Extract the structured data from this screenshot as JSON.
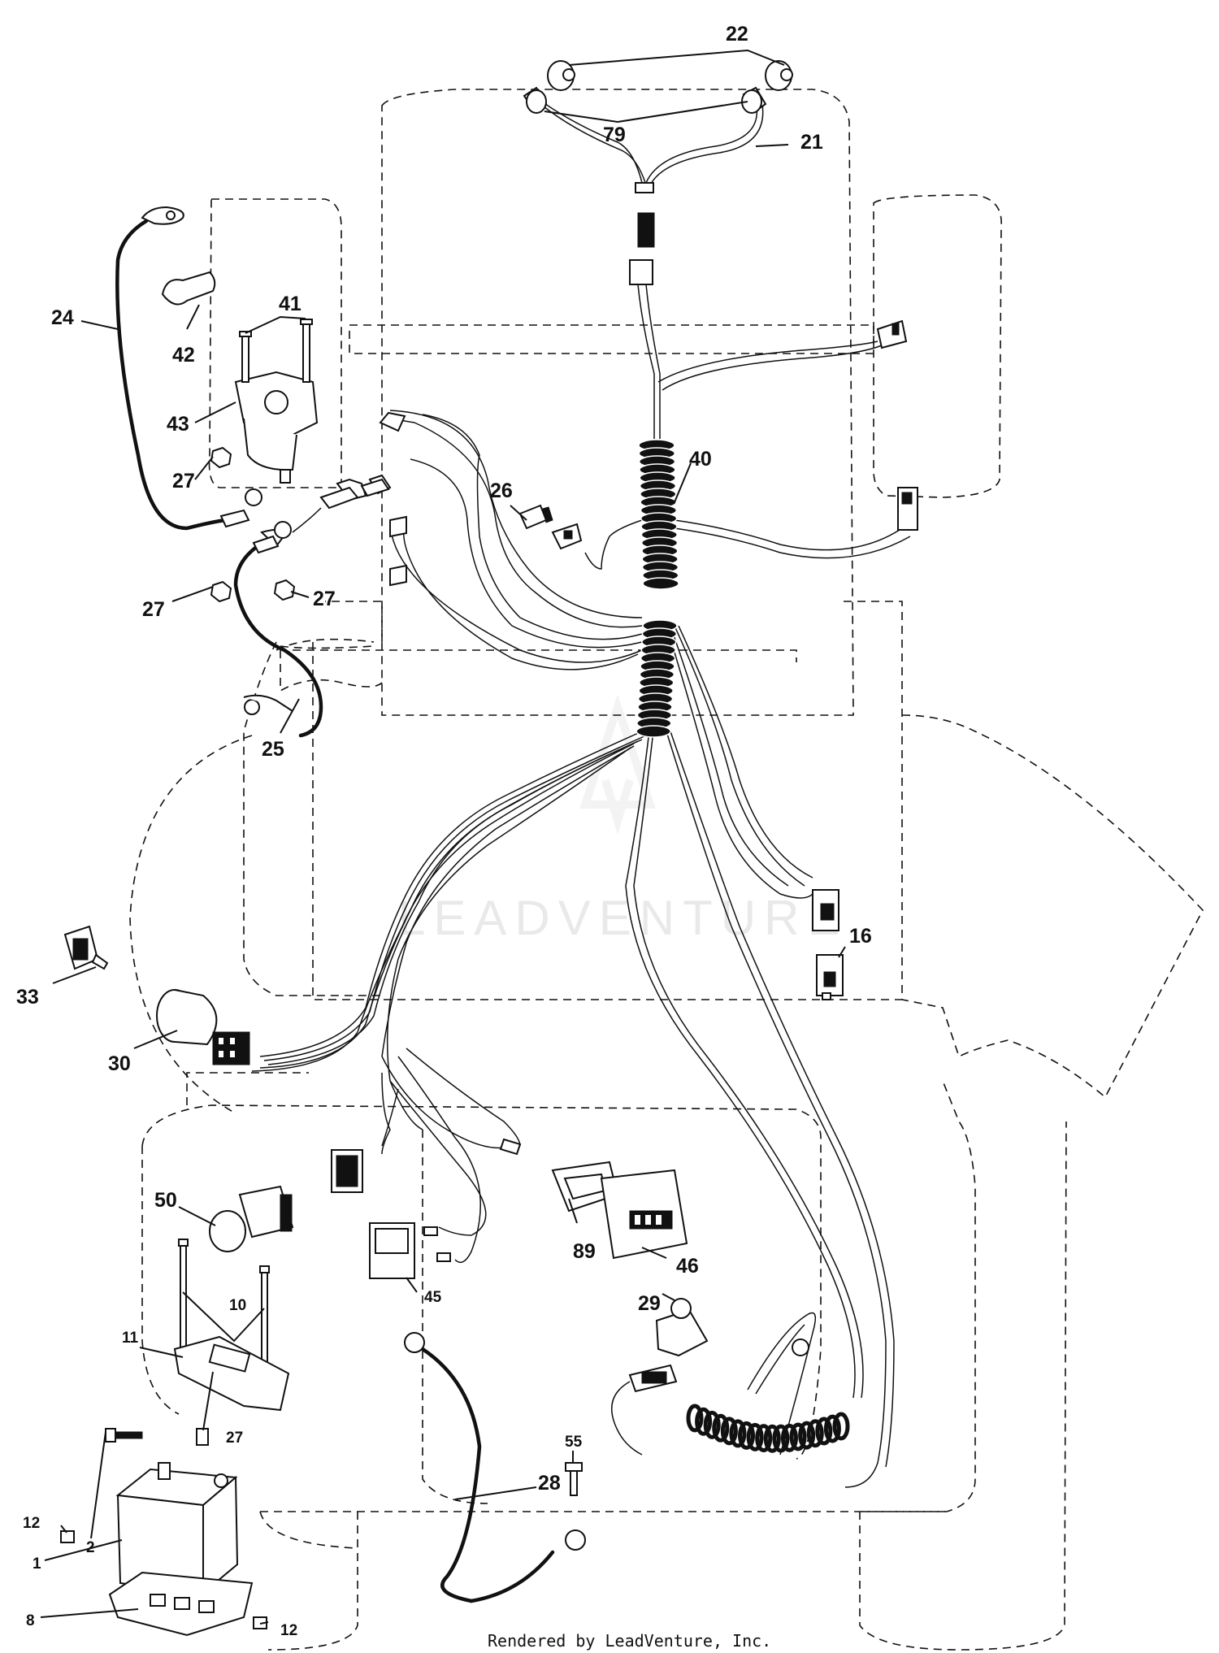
{
  "watermark": "LEADVENTURE",
  "footer": "Rendered by LeadVenture, Inc.",
  "callouts": [
    "22",
    "79",
    "21",
    "24",
    "42",
    "41",
    "43",
    "27",
    "27",
    "27",
    "27",
    "40",
    "26",
    "25",
    "33",
    "30",
    "16",
    "50",
    "10",
    "11",
    "89",
    "46",
    "45",
    "29",
    "28",
    "55",
    "12",
    "2",
    "1",
    "8",
    "12"
  ]
}
